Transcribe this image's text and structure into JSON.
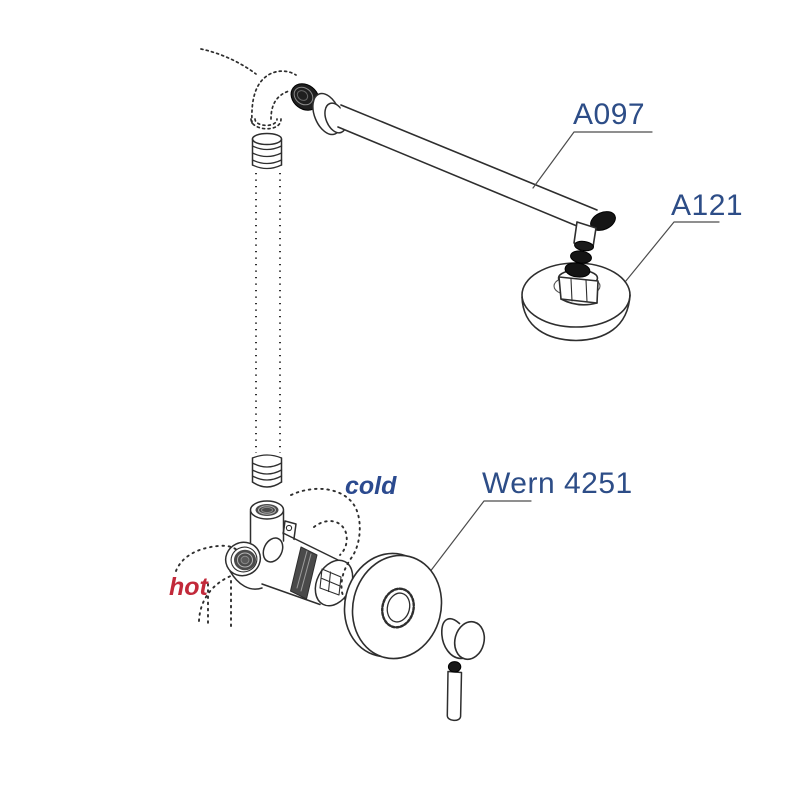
{
  "diagram": {
    "type": "exploded-installation-drawing",
    "labels": {
      "shower_arm_code": "A097",
      "shower_head_code": "A121",
      "mixer_model": "Wern 4251",
      "cold_supply": "cold",
      "hot_supply": "hot"
    },
    "colors": {
      "part_label_blue": "#2d4d87",
      "cold_label_blue": "#2b4a8f",
      "hot_label_red": "#c2293a",
      "line_color": "#2b2b2b"
    },
    "parts": [
      {
        "name": "concealed-elbow",
        "line_style": "dotted"
      },
      {
        "name": "wall-flange",
        "line_style": "solid"
      },
      {
        "name": "shower-arm",
        "label": "A097"
      },
      {
        "name": "rain-shower-head",
        "label": "A121"
      },
      {
        "name": "concealed-riser-pipe",
        "line_style": "dotted"
      },
      {
        "name": "mixer-valve-body",
        "label": "Wern 4251"
      },
      {
        "name": "escutcheon-plate",
        "line_style": "solid"
      },
      {
        "name": "handle-knob",
        "line_style": "solid"
      },
      {
        "name": "handle-lever",
        "line_style": "solid"
      },
      {
        "name": "cold-supply-line",
        "line_style": "dotted",
        "label": "cold"
      },
      {
        "name": "hot-supply-line",
        "line_style": "dotted",
        "label": "hot"
      }
    ]
  }
}
